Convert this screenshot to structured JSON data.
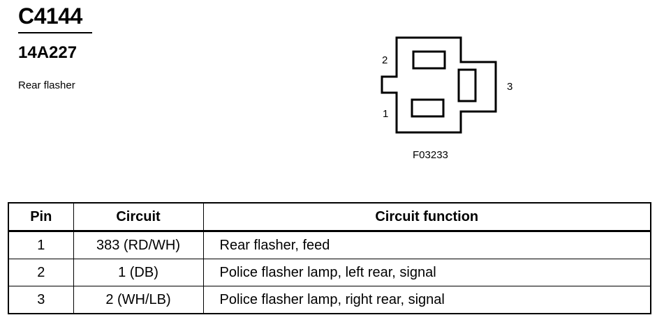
{
  "header": {
    "connector_id": "C4144",
    "part_number": "14A227",
    "description": "Rear flasher"
  },
  "diagram": {
    "pin_labels": [
      "1",
      "2",
      "3"
    ],
    "figure_code": "F03233"
  },
  "table": {
    "columns": [
      "Pin",
      "Circuit",
      "Circuit function"
    ],
    "rows": [
      {
        "pin": "1",
        "circuit": "383 (RD/WH)",
        "function": "Rear flasher, feed"
      },
      {
        "pin": "2",
        "circuit": "1 (DB)",
        "function": "Police flasher lamp, left rear, signal"
      },
      {
        "pin": "3",
        "circuit": "2 (WH/LB)",
        "function": "Police flasher lamp, right rear, signal"
      }
    ]
  }
}
